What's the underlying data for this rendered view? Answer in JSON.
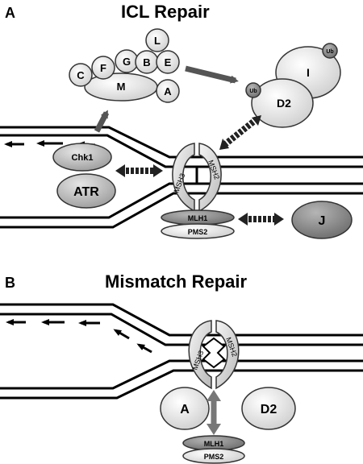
{
  "panel_a": {
    "letter": "A",
    "title": "ICL Repair",
    "fa_core": {
      "L": "L",
      "C": "C",
      "F": "F",
      "G": "G",
      "B": "B",
      "E": "E",
      "M": "M",
      "A": "A"
    },
    "id2": {
      "I": "I",
      "D2": "D2",
      "ub": "Ub"
    },
    "chk1": "Chk1",
    "atr": "ATR",
    "msh3": "MSH3",
    "msh2": "MSH2",
    "mlh1": "MLH1",
    "pms2": "PMS2",
    "j": "J"
  },
  "panel_b": {
    "letter": "B",
    "title": "Mismatch Repair",
    "msh3": "MSH3",
    "msh2": "MSH2",
    "a": "A",
    "d2": "D2",
    "mlh1": "MLH1",
    "pms2": "PMS2"
  }
}
